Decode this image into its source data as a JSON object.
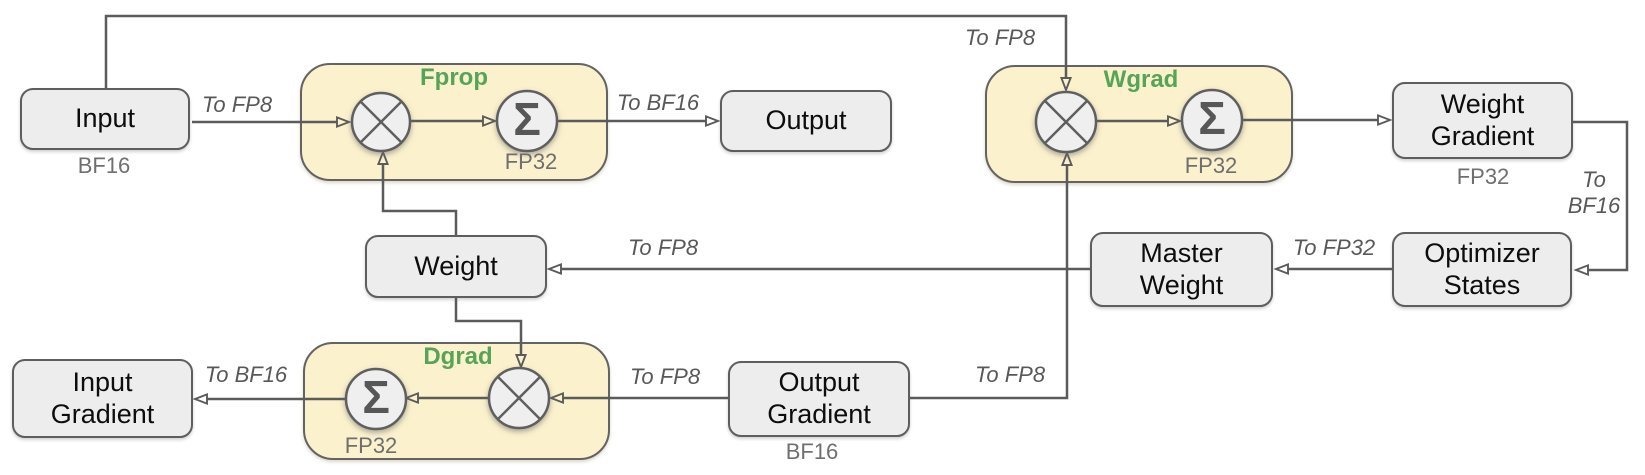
{
  "colors": {
    "highlight_green": "#56A457",
    "gemm_block_fill": "#FBF1CD",
    "node_fill": "#EDEDED",
    "line_gray": "#5B5B5B"
  },
  "operators": {
    "sum_symbol": "Σ"
  },
  "blocks": {
    "fprop": {
      "title": "Fprop",
      "accumulate_precision": "FP32"
    },
    "wgrad": {
      "title": "Wgrad",
      "accumulate_precision": "FP32"
    },
    "dgrad": {
      "title": "Dgrad",
      "accumulate_precision": "FP32"
    }
  },
  "nodes": {
    "input": {
      "label": "Input",
      "precision": "BF16"
    },
    "output": {
      "label": "Output"
    },
    "weight": {
      "label": "Weight"
    },
    "weight_gradient": {
      "label": "Weight\nGradient",
      "precision": "FP32"
    },
    "optimizer_states": {
      "label": "Optimizer\nStates"
    },
    "master_weight": {
      "label": "Master\nWeight"
    },
    "output_gradient": {
      "label": "Output\nGradient",
      "precision": "BF16"
    },
    "input_gradient": {
      "label": "Input\nGradient"
    }
  },
  "edge_labels": {
    "input_to_fprop": "To FP8",
    "fprop_to_output": "To BF16",
    "input_to_wgrad": "To FP8",
    "weight_gradient_to_optimizer": "To\nBF16",
    "optimizer_to_master_weight": "To FP32",
    "master_weight_to_weight": "To FP8",
    "output_gradient_to_dgrad": "To FP8",
    "output_gradient_to_wgrad": "To FP8",
    "dgrad_to_input_gradient": "To BF16"
  }
}
